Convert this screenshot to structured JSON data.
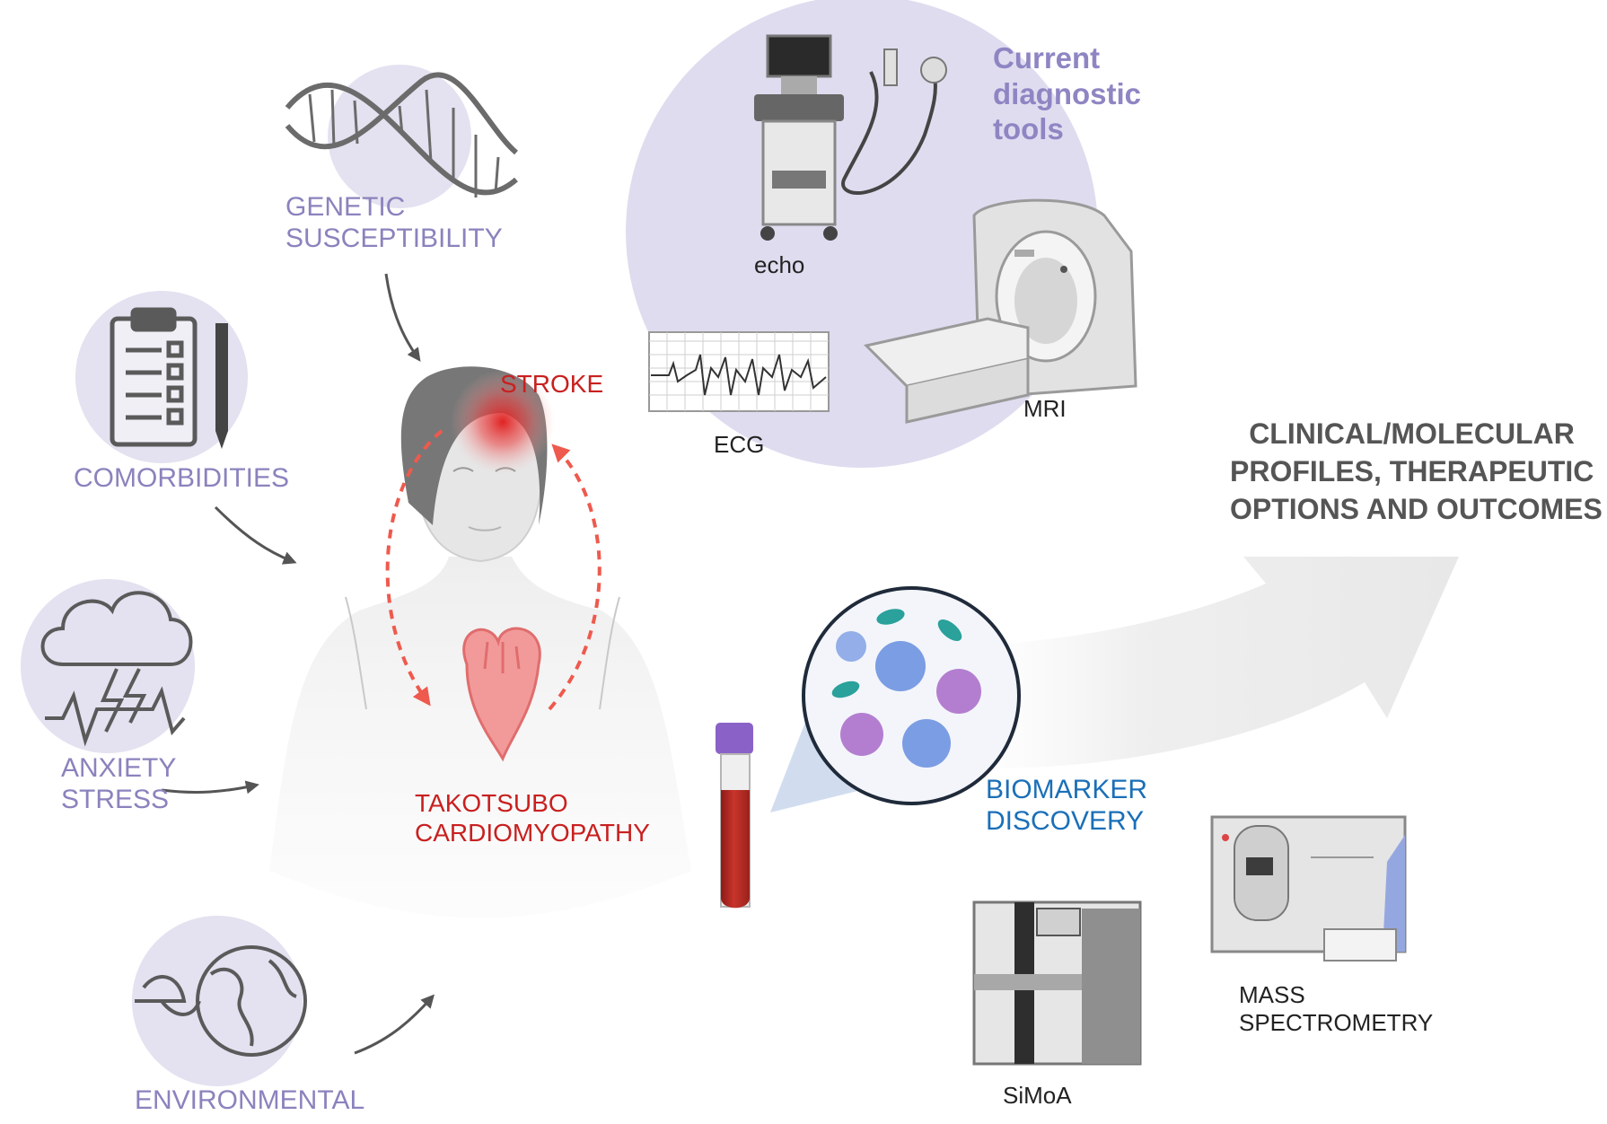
{
  "risk_factors": {
    "genetic": [
      "GENETIC",
      "SUSCEPTIBILITY"
    ],
    "comorbidities": "COMORBIDITIES",
    "anxiety": [
      "ANXIETY",
      "STRESS"
    ],
    "environmental": "ENVIRONMENTAL"
  },
  "center": {
    "stroke": "STROKE",
    "takotsubo": [
      "TAKOTSUBO",
      "CARDIOMYOPATHY"
    ]
  },
  "diagnostics": {
    "title": [
      "Current",
      "diagnostic",
      "tools"
    ],
    "echo": "echo",
    "ecg": "ECG",
    "mri": "MRI"
  },
  "biomarker": [
    "BIOMARKER",
    "DISCOVERY"
  ],
  "instruments": {
    "simoa": "SiMoA",
    "mass_spec": [
      "MASS",
      "SPECTROMETRY"
    ]
  },
  "outcome": [
    "CLINICAL/MOLECULAR",
    "PROFILES, THERAPEUTIC",
    "OPTIONS AND OUTCOMES"
  ],
  "colors": {
    "lavender_circle": "#e0dcef",
    "risk_text": "#8a83bd",
    "red_text": "#c8201f",
    "blue_text": "#1a6fb8",
    "icon_gray": "#5a5a5a"
  },
  "icons": [
    "dna-icon",
    "clipboard-icon",
    "pencil-icon",
    "storm-cloud-icon",
    "globe-leaf-icon",
    "echo-machine-icon",
    "ecg-strip-icon",
    "mri-scanner-icon",
    "blood-tube-icon",
    "protein-icon",
    "simoa-instrument-icon",
    "mass-spectrometer-icon",
    "heart-icon"
  ]
}
